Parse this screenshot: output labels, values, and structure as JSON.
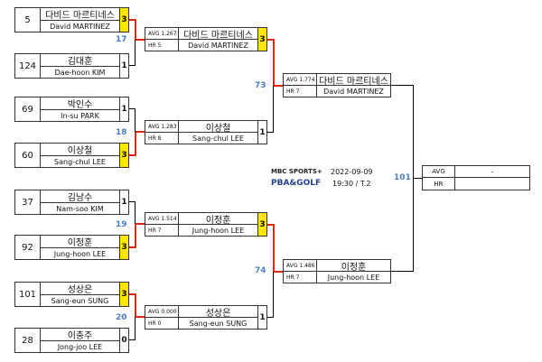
{
  "broadcast": {
    "logo_top": "MBC SPORTS+",
    "logo_bottom": "PBA&GOLF",
    "date": "2022-09-09",
    "time": "19:30 / T.2"
  },
  "round1": [
    {
      "seed": "5",
      "kr": "다비드 마르티네스",
      "en": "David MARTINEZ",
      "score": "3",
      "win": true
    },
    {
      "seed": "124",
      "kr": "김대훈",
      "en": "Dae-hoon KIM",
      "score": "1",
      "win": false
    },
    {
      "seed": "69",
      "kr": "박인수",
      "en": "In-su PARK",
      "score": "1",
      "win": false
    },
    {
      "seed": "60",
      "kr": "이상철",
      "en": "Sang-chul LEE",
      "score": "3",
      "win": true
    },
    {
      "seed": "37",
      "kr": "김남수",
      "en": "Nam-soo KIM",
      "score": "1",
      "win": false
    },
    {
      "seed": "92",
      "kr": "이정훈",
      "en": "Jung-hoon LEE",
      "score": "3",
      "win": true
    },
    {
      "seed": "101",
      "kr": "성상은",
      "en": "Sang-eun SUNG",
      "score": "3",
      "win": true
    },
    {
      "seed": "28",
      "kr": "이충주",
      "en": "Jong-joo LEE",
      "score": "0",
      "win": false
    }
  ],
  "round1_match_numbers": [
    "17",
    "18",
    "19",
    "20"
  ],
  "round2": [
    {
      "avg": "AVG 1.267",
      "hr": "HR 5",
      "kr": "다비드 마르티네스",
      "en": "David MARTINEZ",
      "score": "3",
      "win": true
    },
    {
      "avg": "AVG 1.283",
      "hr": "HR 8",
      "kr": "이상철",
      "en": "Sang-chul LEE",
      "score": "1",
      "win": false
    },
    {
      "avg": "AVG 1.514",
      "hr": "HR 7",
      "kr": "이정훈",
      "en": "Jung-hoon LEE",
      "score": "3",
      "win": true
    },
    {
      "avg": "AVG 0.000",
      "hr": "HR 0",
      "kr": "성상은",
      "en": "Sang-eun SUNG",
      "score": "1",
      "win": false
    }
  ],
  "round2_match_numbers": [
    "73",
    "74"
  ],
  "round3": [
    {
      "avg": "AVG 1.774",
      "hr": "HR 7",
      "kr": "다비드 마르티네스",
      "en": "David MARTINEZ"
    },
    {
      "avg": "AVG 1.486",
      "hr": "HR 7",
      "kr": "이정훈",
      "en": "Jung-hoon LEE"
    }
  ],
  "round3_match_number": "101",
  "result": {
    "avg_label": "AVG",
    "avg_value": "-",
    "hr_label": "HR",
    "hr_value": ""
  }
}
